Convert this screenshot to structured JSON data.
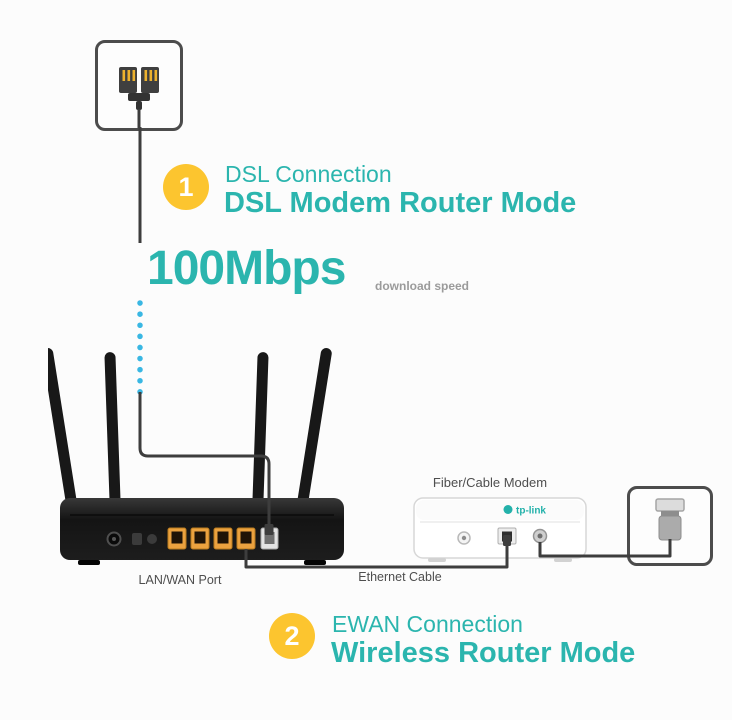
{
  "sections": {
    "dsl": {
      "badge": "1",
      "title": "DSL Connection",
      "subtitle": "DSL Modem Router Mode"
    },
    "ewan": {
      "badge": "2",
      "title": "EWAN Connection",
      "subtitle": "Wireless Router Mode"
    }
  },
  "speed": {
    "value": "100Mbps",
    "caption": "download speed"
  },
  "labels": {
    "router_port": "LAN/WAN Port",
    "ethernet": "Ethernet Cable",
    "modem": "Fiber/Cable Modem"
  },
  "brand": {
    "modem_logo": "tp-link"
  },
  "colors": {
    "teal": "#2bb5ae",
    "badge_yellow": "#fcc52f",
    "cable_dark": "#3d3d3d",
    "data_dots_blue": "#39b7e3",
    "lan_port_yellow": "#eba23f"
  }
}
